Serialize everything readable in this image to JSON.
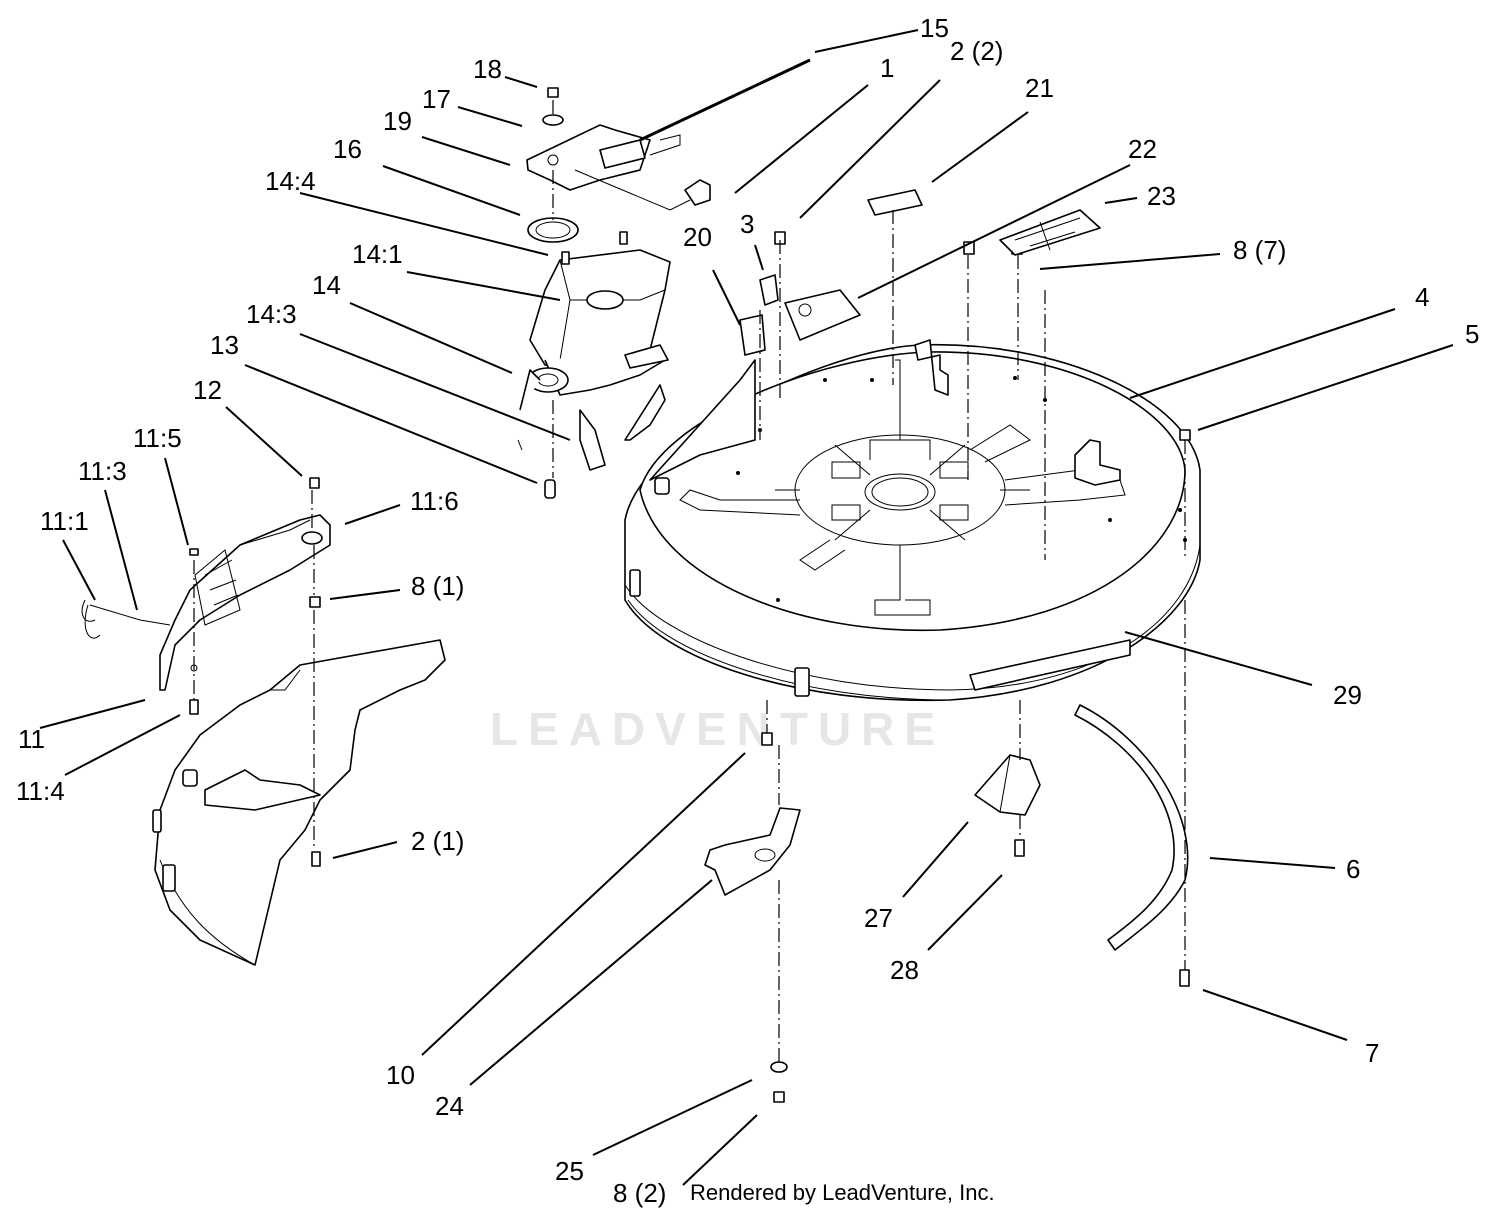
{
  "watermark": "LEADVENTURE",
  "credit": "Rendered by LeadVenture, Inc.",
  "labels": [
    {
      "id": "15",
      "text": "15"
    },
    {
      "id": "18",
      "text": "18"
    },
    {
      "id": "1",
      "text": "1"
    },
    {
      "id": "2-2",
      "text": "2 (2)"
    },
    {
      "id": "17",
      "text": "17"
    },
    {
      "id": "19",
      "text": "19"
    },
    {
      "id": "21",
      "text": "21"
    },
    {
      "id": "16",
      "text": "16"
    },
    {
      "id": "22",
      "text": "22"
    },
    {
      "id": "14-4",
      "text": "14:4"
    },
    {
      "id": "23",
      "text": "23"
    },
    {
      "id": "20",
      "text": "20"
    },
    {
      "id": "3",
      "text": "3"
    },
    {
      "id": "8-7",
      "text": "8 (7)"
    },
    {
      "id": "14-1",
      "text": "14:1"
    },
    {
      "id": "14",
      "text": "14"
    },
    {
      "id": "4",
      "text": "4"
    },
    {
      "id": "14-3",
      "text": "14:3"
    },
    {
      "id": "5",
      "text": "5"
    },
    {
      "id": "13",
      "text": "13"
    },
    {
      "id": "12",
      "text": "12"
    },
    {
      "id": "11-5",
      "text": "11:5"
    },
    {
      "id": "11-3",
      "text": "11:3"
    },
    {
      "id": "11-6",
      "text": "11:6"
    },
    {
      "id": "11-1",
      "text": "11:1"
    },
    {
      "id": "8-1",
      "text": "8 (1)"
    },
    {
      "id": "29",
      "text": "29"
    },
    {
      "id": "11",
      "text": "11"
    },
    {
      "id": "11-4",
      "text": "11:4"
    },
    {
      "id": "2-1",
      "text": "2 (1)"
    },
    {
      "id": "6",
      "text": "6"
    },
    {
      "id": "27",
      "text": "27"
    },
    {
      "id": "28",
      "text": "28"
    },
    {
      "id": "10",
      "text": "10"
    },
    {
      "id": "7",
      "text": "7"
    },
    {
      "id": "24",
      "text": "24"
    },
    {
      "id": "25",
      "text": "25"
    },
    {
      "id": "8-2",
      "text": "8 (2)"
    }
  ]
}
